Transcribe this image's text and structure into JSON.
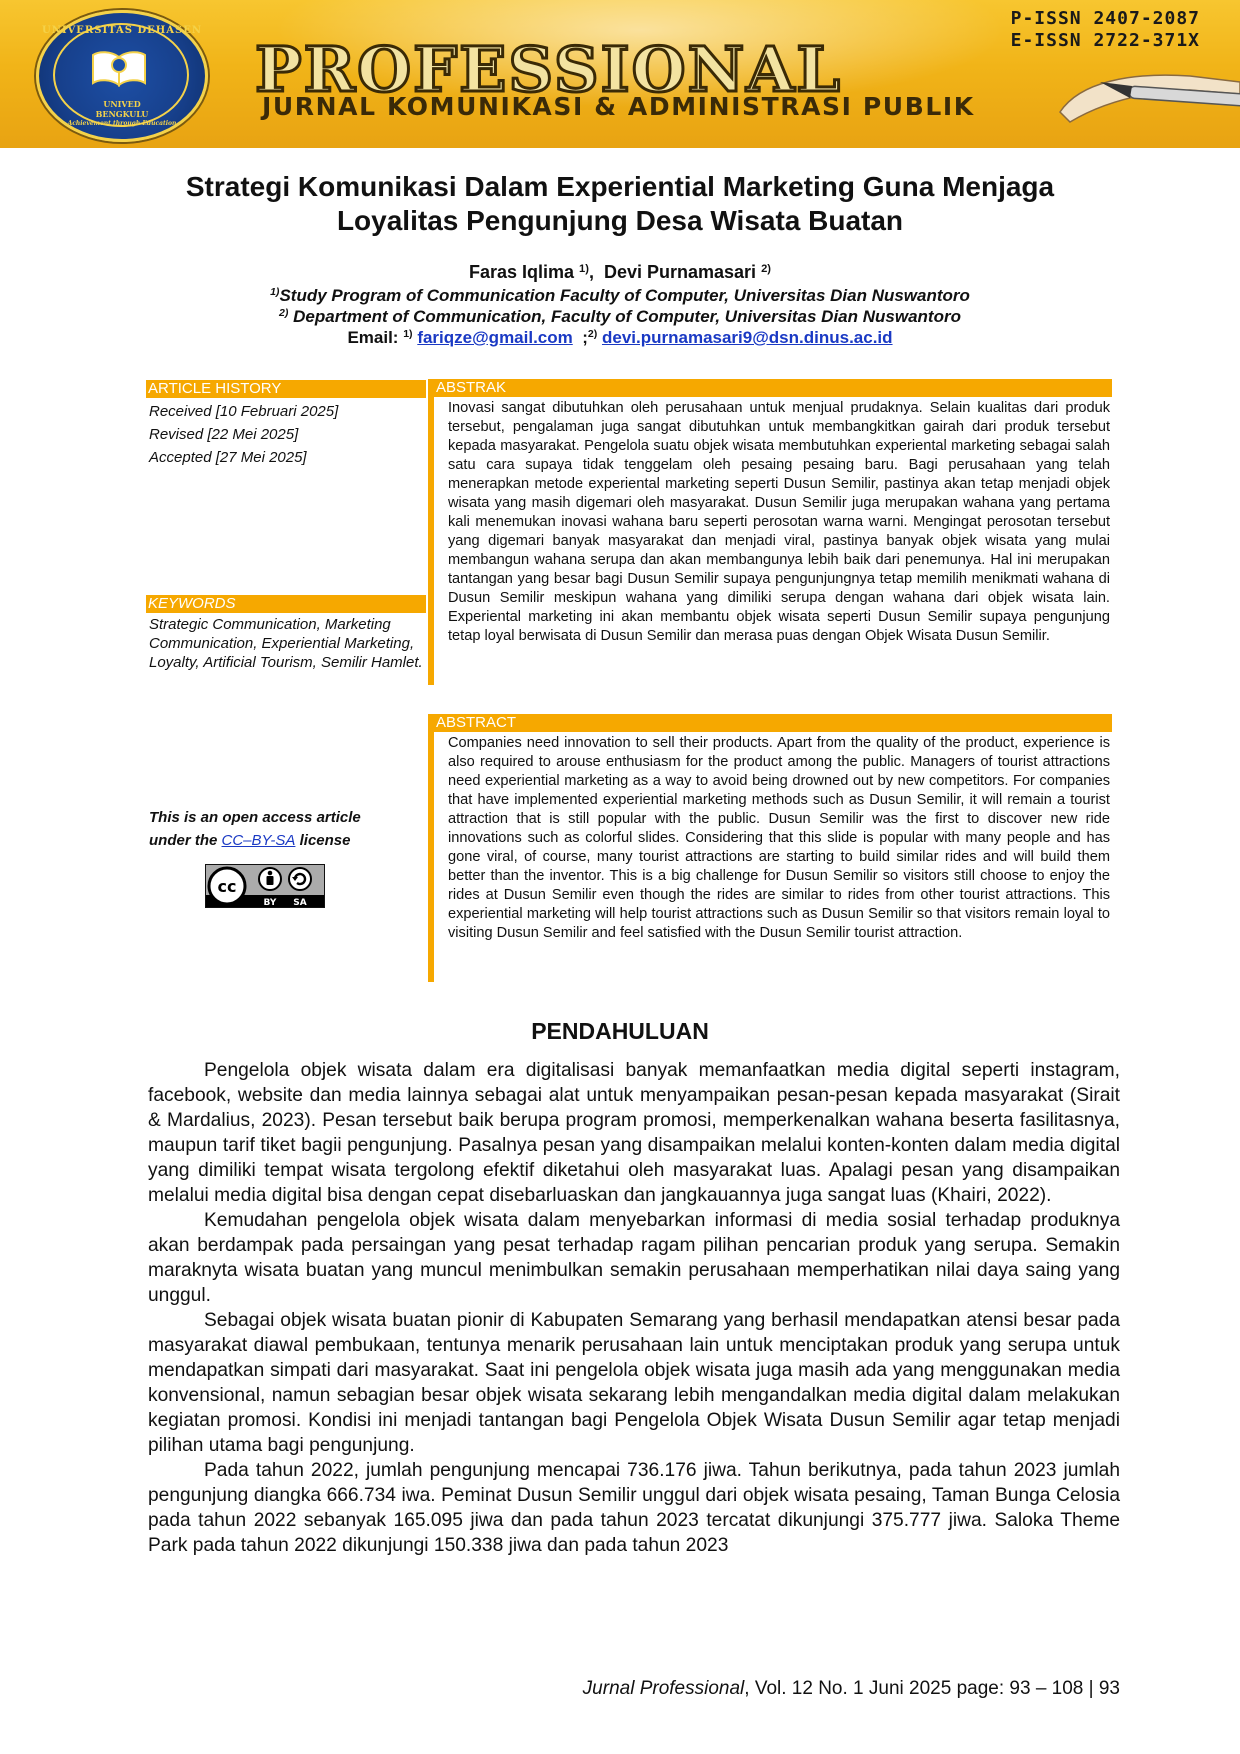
{
  "banner": {
    "journal_name": "PROFESSIONAL",
    "journal_subtitle": "JURNAL KOMUNIKASI & ADMINISTRASI PUBLIK",
    "p_issn": "P-ISSN 2407-2087",
    "e_issn": "E-ISSN 2722-371X",
    "seal_top": "UNIVERSITAS DEHASEN",
    "seal_bottom_1": "UNIVED",
    "seal_bottom_2": "BENGKULU",
    "seal_motto": "Achievement through Education"
  },
  "article": {
    "title_line1": "Strategi Komunikasi Dalam Experiential Marketing Guna Menjaga",
    "title_line2": "Loyalitas Pengunjung Desa Wisata Buatan",
    "author1": "Faras Iqlima",
    "author1_sup": "1)",
    "author2": "Devi Purnamasari",
    "author2_sup": "2)",
    "affil1_sup": "1)",
    "affil1": "Study Program of Communication Faculty of Computer,  Universitas Dian Nuswantoro",
    "affil2_sup": "2)",
    "affil2": " Department of Communication, Faculty of Computer, Universitas Dian Nuswantoro",
    "email_label": "Email:",
    "email1_sup": "1)",
    "email1": "fariqze@gmail.com",
    "email2_sup": "2)",
    "email2": " devi.purnamasari9@dsn.dinus.ac.id"
  },
  "history": {
    "heading": "ARTICLE HISTORY",
    "received": "Received [10 Februari 2025]",
    "revised": "Revised [22 Mei 2025]",
    "accepted": "Accepted [27 Mei 2025]"
  },
  "keywords": {
    "heading": "KEYWORDS",
    "text": "Strategic Communication, Marketing Communication, Experiential Marketing, Loyalty, Artificial Tourism, Semilir Hamlet."
  },
  "license": {
    "line1": "This is an open access article",
    "line2_pre": "under the ",
    "link": "CC–BY-SA",
    "line2_post": " license",
    "badge_cc": "cc",
    "badge_by": "BY",
    "badge_sa": "SA"
  },
  "abstrak": {
    "heading": "ABSTRAK",
    "text": "Inovasi sangat dibutuhkan oleh perusahaan untuk menjual prudaknya. Selain kualitas dari produk tersebut, pengalaman juga sangat dibutuhkan untuk membangkitkan gairah dari produk tersebut kepada masyarakat. Pengelola suatu objek wisata membutuhkan experiental marketing sebagai salah satu cara supaya tidak tenggelam oleh pesaing pesaing baru. Bagi perusahaan yang telah menerapkan metode experiental marketing seperti Dusun Semilir, pastinya akan tetap menjadi objek wisata yang masih digemari oleh masyarakat. Dusun Semilir juga merupakan wahana yang pertama kali menemukan inovasi wahana baru seperti perosotan warna warni. Mengingat perosotan tersebut yang digemari banyak masyarakat dan menjadi viral, pastinya banyak objek wisata yang mulai membangun wahana serupa dan  akan membangunya lebih baik dari penemunya. Hal ini merupakan tantangan yang besar bagi Dusun Semilir supaya pengunjungnya tetap memilih menikmati wahana di Dusun Semilir meskipun wahana yang dimiliki serupa dengan wahana dari objek wisata lain. Experiental marketing ini akan membantu objek wisata seperti Dusun Semilir supaya pengunjung tetap loyal berwisata di Dusun Semilir dan merasa puas dengan Objek Wisata Dusun Semilir."
  },
  "abstract": {
    "heading": "ABSTRACT",
    "text": "Companies need innovation to sell their products. Apart from the quality of the product, experience is also required to arouse enthusiasm for the product among the public. Managers of tourist attractions need experiential marketing as a way to avoid being drowned out by new competitors. For companies that have implemented experiential marketing methods such as Dusun Semilir, it will remain a tourist attraction that is still popular with the public. Dusun Semilir was the first to discover new ride innovations such as colorful slides. Considering that this slide is popular with many people and has gone viral, of course, many tourist attractions are starting to build similar rides and will build them better than the inventor. This is a big challenge for Dusun Semilir so visitors still choose to enjoy the rides at Dusun Semilir even though the rides are similar to rides from other tourist attractions. This experiential marketing will help tourist attractions such as Dusun Semilir so that visitors remain loyal to visiting Dusun Semilir and feel satisfied with the Dusun Semilir tourist attraction."
  },
  "intro": {
    "heading": "PENDAHULUAN",
    "p1": "Pengelola objek wisata dalam era digitalisasi banyak memanfaatkan media digital seperti instagram, facebook, website dan media lainnya sebagai alat untuk menyampaikan pesan-pesan kepada masyarakat (Sirait & Mardalius, 2023). Pesan tersebut baik berupa program promosi, memperkenalkan wahana beserta fasilitasnya, maupun tarif tiket bagii pengunjung. Pasalnya pesan yang disampaikan melalui konten-konten dalam media digital yang dimiliki tempat wisata tergolong efektif diketahui oleh masyarakat luas. Apalagi pesan yang disampaikan melalui media digital bisa dengan cepat disebarluaskan dan jangkauannya juga sangat luas (Khairi, 2022).",
    "p2": "Kemudahan pengelola objek wisata dalam menyebarkan informasi di media sosial terhadap produknya akan berdampak pada persaingan yang pesat terhadap ragam pilihan pencarian produk yang serupa. Semakin maraknyta wisata buatan yang muncul menimbulkan semakin perusahaan memperhatikan nilai daya saing yang unggul.",
    "p3": "Sebagai objek wisata buatan pionir di Kabupaten Semarang yang berhasil mendapatkan atensi besar pada masyarakat diawal pembukaan, tentunya menarik perusahaan lain untuk menciptakan produk yang serupa untuk mendapatkan simpati dari masyarakat.  Saat ini pengelola objek wisata juga masih ada yang menggunakan media konvensional, namun sebagian besar objek wisata sekarang lebih mengandalkan media digital dalam melakukan kegiatan promosi. Kondisi ini menjadi tantangan bagi Pengelola Objek Wisata Dusun Semilir agar tetap menjadi pilihan utama bagi pengunjung.",
    "p4": "Pada tahun 2022, jumlah pengunjung mencapai 736.176 jiwa. Tahun berikutnya, pada tahun 2023 jumlah pengunjung diangka 666.734 iwa. Peminat Dusun Semilir unggul dari objek wisata pesaing, Taman Bunga Celosia pada tahun 2022 sebanyak 165.095 jiwa dan pada tahun 2023 tercatat dikunjungi 375.777 jiwa. Saloka Theme Park pada tahun 2022 dikunjungi 150.338 jiwa dan pada tahun 2023"
  },
  "footer": {
    "journal": "Jurnal Professional",
    "rest": ", Vol. 12 No. 1 Juni  2025 page: 93 – 108 | 93"
  }
}
